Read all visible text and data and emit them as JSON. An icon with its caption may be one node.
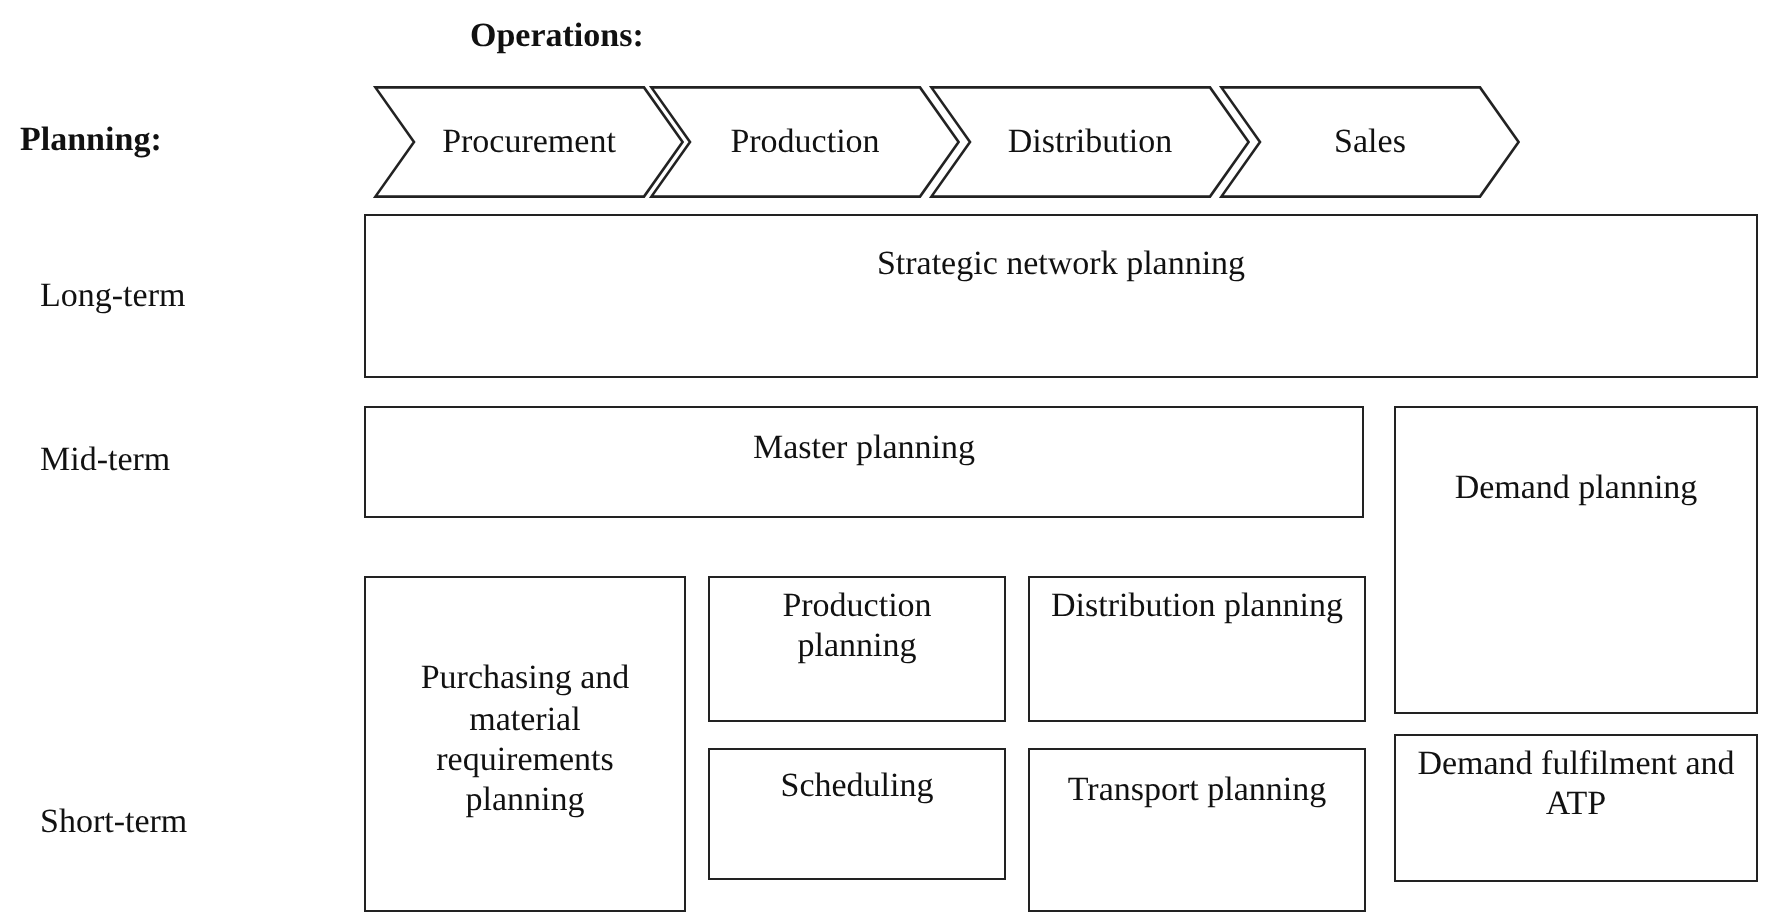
{
  "diagram": {
    "nodes": [
      {
        "text": [
          "Procurement"
        ]
      },
      {
        "text": [
          "Production"
        ]
      },
      {
        "text": [
          "Distribution"
        ]
      },
      {
        "text": [
          "Sales"
        ]
      },
      {
        "text": [
          "Strategic network planning"
        ]
      },
      {
        "text": [
          "Master planning"
        ]
      },
      {
        "text": [
          "Demand planning"
        ]
      },
      {
        "text": [
          "Purchasing and material requirements planning"
        ]
      },
      {
        "text": [
          "Production planning"
        ]
      },
      {
        "text": [
          "Distribution planning"
        ]
      },
      {
        "text": [
          "Scheduling"
        ]
      },
      {
        "text": [
          "Transport planning"
        ]
      },
      {
        "text": [
          "Demand fulfilment and ATP"
        ]
      }
    ],
    "labels": [
      "Operations:",
      "Planning:",
      "Long-term",
      "Mid-term",
      "Short-term"
    ]
  }
}
